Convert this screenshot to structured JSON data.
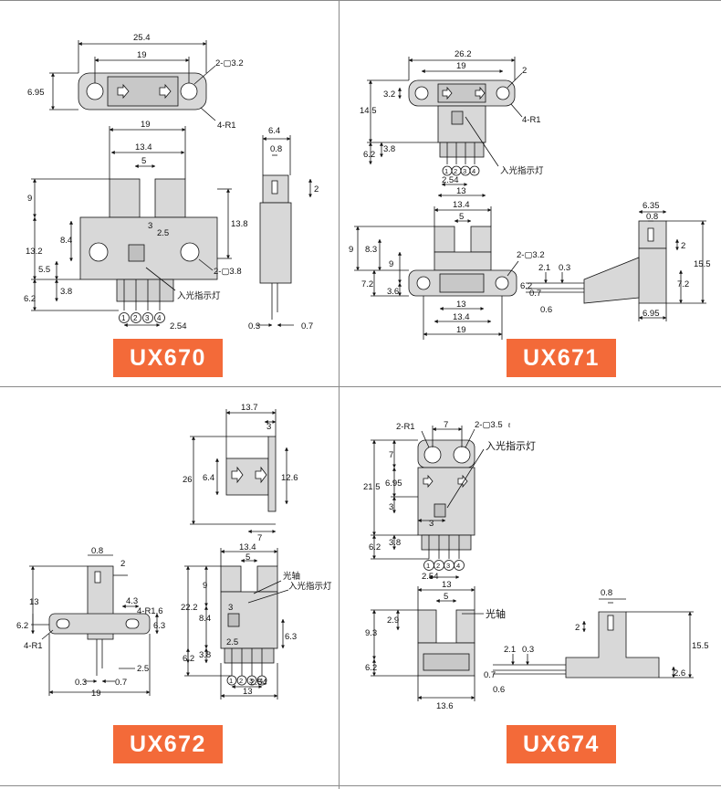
{
  "models": {
    "ux670": "UX670",
    "ux671": "UX671",
    "ux672": "UX672",
    "ux674": "UX674"
  },
  "labels": {
    "indicator_cn": "入光指示灯",
    "optical_axis_cn": "光轴"
  },
  "pins": [
    "1",
    "2",
    "3",
    "4"
  ],
  "dims": {
    "ux670": {
      "w_total": "25.4",
      "pitch": "19",
      "hole": "2-▢3.2",
      "h_mount": "6.95",
      "radius": "4-R1",
      "top19": "19",
      "w134": "13.4",
      "slot5": "5",
      "h9": "9",
      "h132": "13.2",
      "h84": "8.4",
      "h3": "3",
      "h25": "2.5",
      "h138": "13.8",
      "h55": "5.5",
      "hole2": "2-▢3.8",
      "h38": "3.8",
      "h62": "6.2",
      "pin_pitch": "2.54",
      "side64": "6.4",
      "side08": "0.8",
      "side2": "2",
      "pin03": "0.3",
      "pin07": "0.7"
    },
    "ux671": {
      "w262": "26.2",
      "w19": "19",
      "r2": "2",
      "h32": "3.2",
      "h145": "14.5",
      "r1": "4-R1",
      "h38": "3.8",
      "h62": "6.2",
      "pin_pitch": "2.54",
      "w13": "13",
      "w134": "13.4",
      "slot5": "5",
      "h9": "9",
      "h83": "8.3",
      "h9b": "9",
      "hole": "2-▢3.2",
      "h72": "7.2",
      "h36": "3.6",
      "b13": "13",
      "b134": "13.4",
      "b19": "19",
      "s21": "2.1",
      "s03": "0.3",
      "s62": "6.2",
      "s07": "0.7",
      "s06": "0.6",
      "r635": "6.35",
      "r08": "0.8",
      "r155": "15.5",
      "r72": "7.2",
      "r695": "6.95"
    },
    "ux672": {
      "w137": "13.7",
      "w3": "3",
      "h26": "26",
      "h64": "6.4",
      "h126": "12.6",
      "w7": "7",
      "w08": "0.8",
      "w2": "2",
      "h13": "13",
      "r16": "4-R1.6",
      "h43": "4.3",
      "h62": "6.2",
      "h63": "6.3",
      "r1": "4-R1",
      "d25": "2.5",
      "d03": "0.3",
      "d07": "0.7",
      "w19": "19",
      "f134": "13.4",
      "f5": "5",
      "f9": "9",
      "f222": "22.2",
      "f84": "8.4",
      "f3": "3",
      "f63": "6.3",
      "f25": "2.5",
      "f62": "6.2",
      "f38": "3.8",
      "f254": "2.54",
      "f13": "13"
    },
    "ux674": {
      "r1": "2-R1",
      "w7": "7",
      "hole": "2-▢3.5",
      "hole_suffix": "ℓ",
      "h7": "7",
      "h215": "21.5",
      "h695": "6.95",
      "h3": "3",
      "w3": "3",
      "h38": "3.8",
      "h62": "6.2",
      "pin_pitch": "2.54",
      "b13": "13",
      "b5": "5",
      "h29": "2.9",
      "h93": "9.3",
      "h62b": "6.2",
      "s21": "2.1",
      "s03": "0.3",
      "s07": "0.7",
      "s06": "0.6",
      "s26": "2.6",
      "b136": "13.6",
      "r08": "0.8",
      "r2": "2",
      "r155": "15.5"
    }
  },
  "colors": {
    "badge": "#f36a39",
    "part_fill": "#d8d8d8",
    "part_dark": "#c4c4c4",
    "line": "#111111",
    "divider": "#8a8a8a"
  }
}
